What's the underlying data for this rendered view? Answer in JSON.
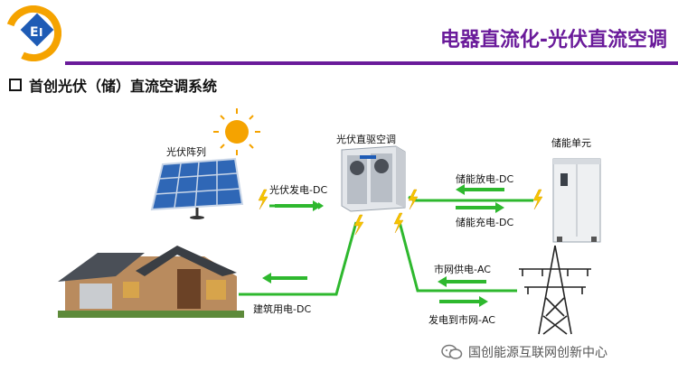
{
  "header": {
    "title": "电器直流化-光伏直流空调",
    "accent_color": "#6a1b9a",
    "logo_icon": "logo-icon"
  },
  "section": {
    "title": "首创光伏（储）直流空调系统"
  },
  "diagram": {
    "nodes": {
      "solar": "光伏阵列",
      "ac_unit": "光伏直驱空调",
      "storage": "储能单元"
    },
    "flows": {
      "pv_generation": "光伏发电-DC",
      "storage_discharge": "储能放电-DC",
      "storage_charge": "储能充电-DC",
      "grid_supply": "市网供电-AC",
      "to_grid": "发电到市网-AC",
      "building_use": "建筑用电-DC"
    },
    "icons": [
      "sun-icon",
      "solar-panel-icon",
      "hvac-unit-icon",
      "storage-cabinet-icon",
      "power-tower-icon",
      "house-icon",
      "lightning-icon"
    ],
    "line_color": "#2eb82e",
    "bolt_color": "#f5c400"
  },
  "footer": {
    "watermark": "国创能源互联网创新中心"
  }
}
